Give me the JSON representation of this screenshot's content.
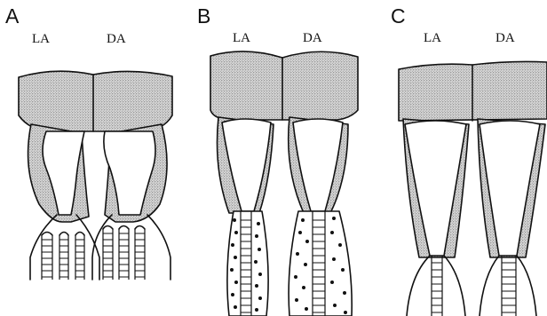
{
  "panels": [
    {
      "letter": "A",
      "labels": [
        "LA",
        "DA"
      ]
    },
    {
      "letter": "B",
      "labels": [
        "LA",
        "DA"
      ]
    },
    {
      "letter": "C",
      "labels": [
        "LA",
        "DA"
      ]
    }
  ],
  "colors": {
    "ink": "#111111",
    "stipple": "#bdbdbd",
    "background": "#ffffff"
  }
}
